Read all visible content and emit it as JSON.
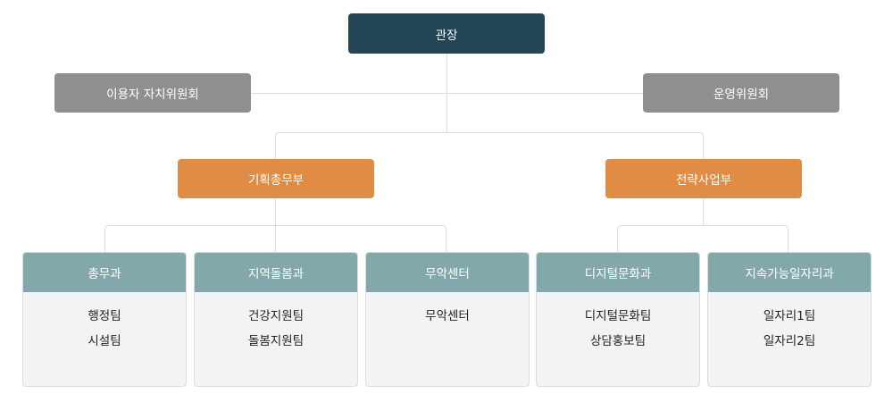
{
  "director": "관장",
  "committees": {
    "left": "이용자 자치위원회",
    "right": "운영위원회"
  },
  "divisions": [
    {
      "name": "기획총무부",
      "departments": [
        {
          "name": "총무과",
          "teams": [
            "행정팀",
            "시설팀"
          ]
        },
        {
          "name": "지역돌봄과",
          "teams": [
            "건강지원팀",
            "돌봄지원팀"
          ]
        },
        {
          "name": "무악센터",
          "teams": [
            "무악센터"
          ]
        }
      ]
    },
    {
      "name": "전략사업부",
      "departments": [
        {
          "name": "디지털문화과",
          "teams": [
            "디지털문화팀",
            "상담홍보팀"
          ]
        },
        {
          "name": "지속가능일자리과",
          "teams": [
            "일자리1팀",
            "일자리2팀"
          ]
        }
      ]
    }
  ],
  "colors": {
    "director": "#234556",
    "committee": "#8f8f8f",
    "division": "#e18c45",
    "department_header": "#83a8ac",
    "card_body": "#f3f3f3",
    "connector": "#dddddd"
  }
}
